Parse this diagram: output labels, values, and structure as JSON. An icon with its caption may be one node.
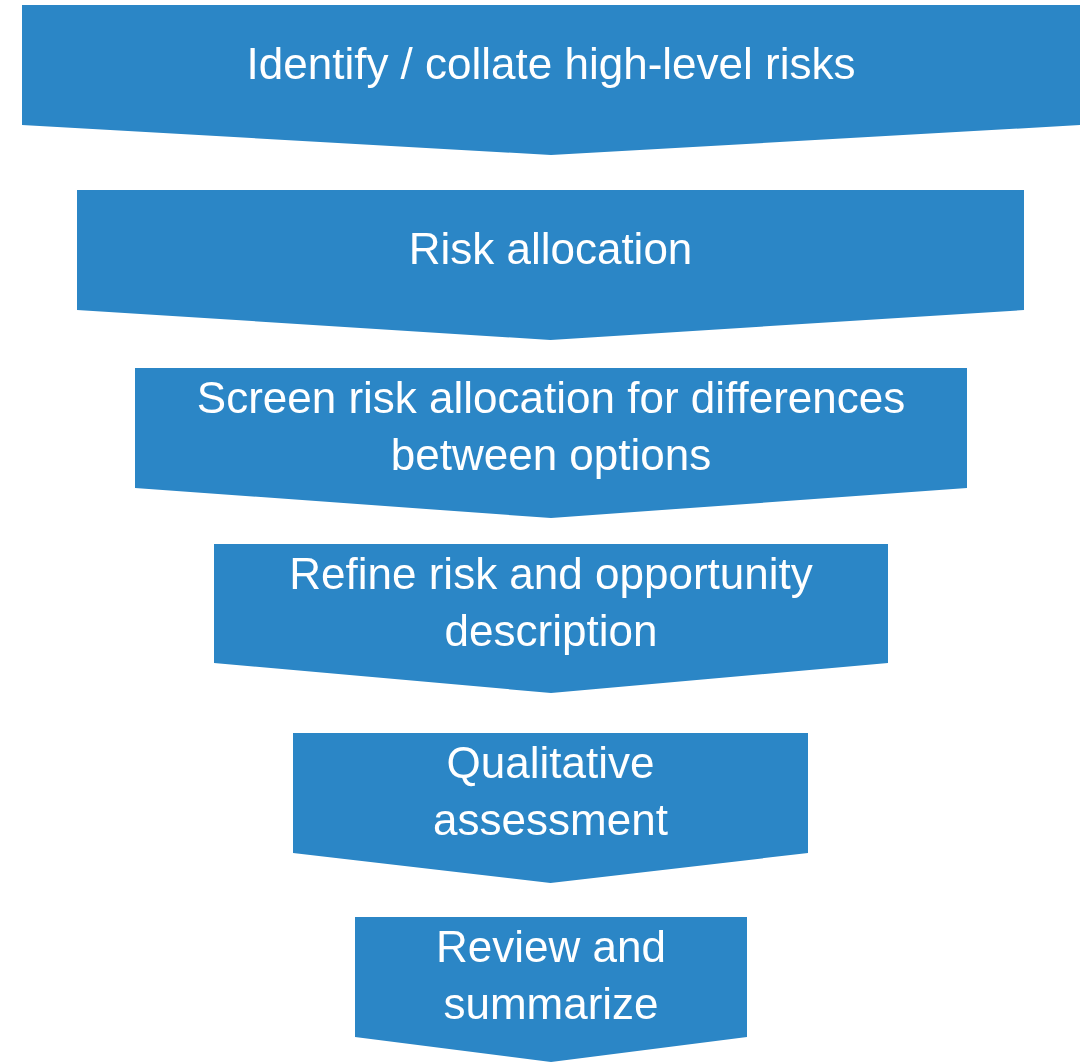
{
  "diagram": {
    "nodes": [
      {
        "text": [
          "Identify / collate high-level risks"
        ]
      },
      {
        "text": [
          "Risk allocation"
        ]
      },
      {
        "text": [
          "Screen risk allocation for differences between options"
        ]
      },
      {
        "text": [
          "Refine risk and opportunity description"
        ]
      },
      {
        "text": [
          "Qualitative assessment"
        ]
      },
      {
        "text": [
          "Review and summarize"
        ]
      }
    ]
  }
}
